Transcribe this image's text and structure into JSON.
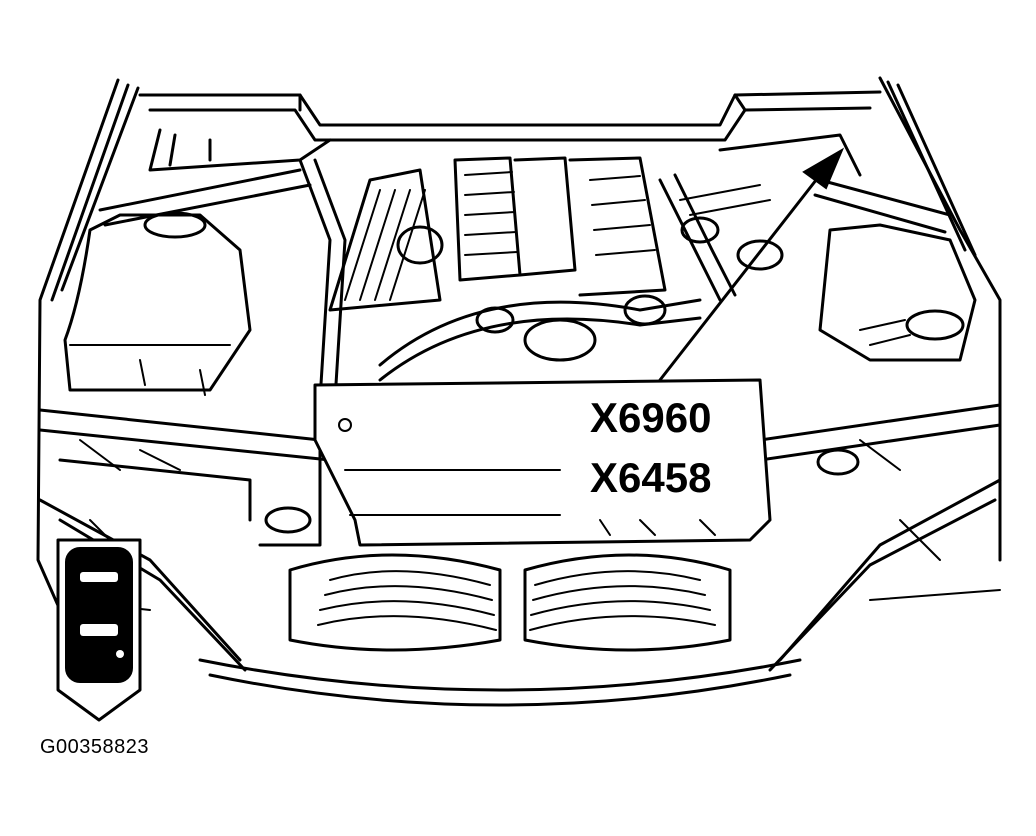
{
  "callouts": {
    "connector_1": "X6960",
    "connector_2": "X6458"
  },
  "figure_id": "G00358823",
  "orientation_icon": "front-of-vehicle-arrow-icon",
  "colors": {
    "line": "#000000",
    "background": "#ffffff"
  }
}
